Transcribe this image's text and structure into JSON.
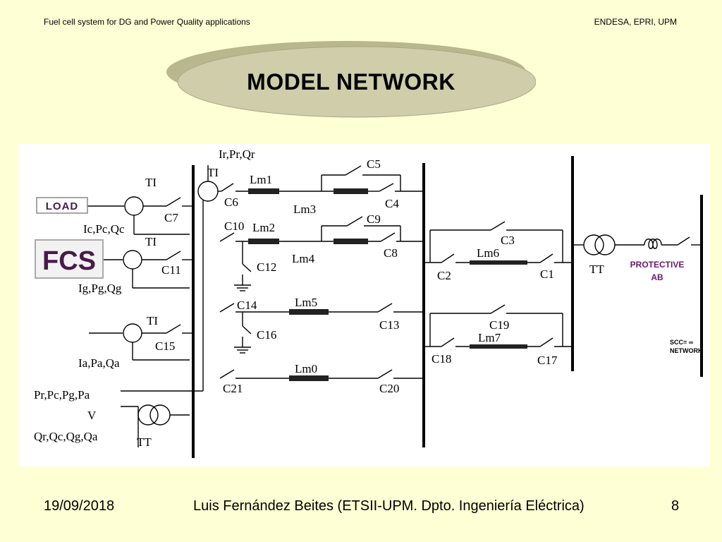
{
  "header": {
    "left": "Fuel cell system for DG and Power Quality applications",
    "right": "ENDESA, EPRI, UPM"
  },
  "title": "MODEL NETWORK",
  "diagram": {
    "boxes": {
      "load": "LOAD",
      "fcs": "FCS",
      "protective_1": "PROTECTIVE",
      "protective_2": "AB",
      "scc_1": "SCC= ∞",
      "scc_2": "NETWORK"
    },
    "labels": {
      "ti1": "TI",
      "ti2": "TI",
      "ti3": "TI",
      "ti4": "TI",
      "c7": "C7",
      "c11": "C11",
      "c15": "C15",
      "icpcqc": "Ic,Pc,Qc",
      "igpgqg": "Ig,Pg,Qg",
      "iapaqa": "Ia,Pa,Qa",
      "prpcpgpa": "Pr,Pc,Pg,Pa",
      "v": "V",
      "qrqcqgqa": "Qr,Qc,Qg,Qa",
      "tt_left": "TT",
      "irprqr": "Ir,Pr,Qr",
      "c6": "C6",
      "c10": "C10",
      "c12": "C12",
      "c14": "C14",
      "c16": "C16",
      "c21": "C21",
      "lm1": "Lm1",
      "lm2": "Lm2",
      "lm3": "Lm3",
      "lm4": "Lm4",
      "lm5": "Lm5",
      "lm0": "Lm0",
      "c5": "C5",
      "c4": "C4",
      "c9": "C9",
      "c8": "C8",
      "c13": "C13",
      "c20": "C20",
      "c3": "C3",
      "lm6": "Lm6",
      "c2": "C2",
      "c1": "C1",
      "c19": "C19",
      "lm7": "Lm7",
      "c18": "C18",
      "c17": "C17",
      "tt_right": "TT"
    }
  },
  "footer": {
    "date": "19/09/2018",
    "author": "Luis Fernández Beites (ETSII-UPM. Dpto. Ingeniería Eléctrica)",
    "page": "8"
  }
}
